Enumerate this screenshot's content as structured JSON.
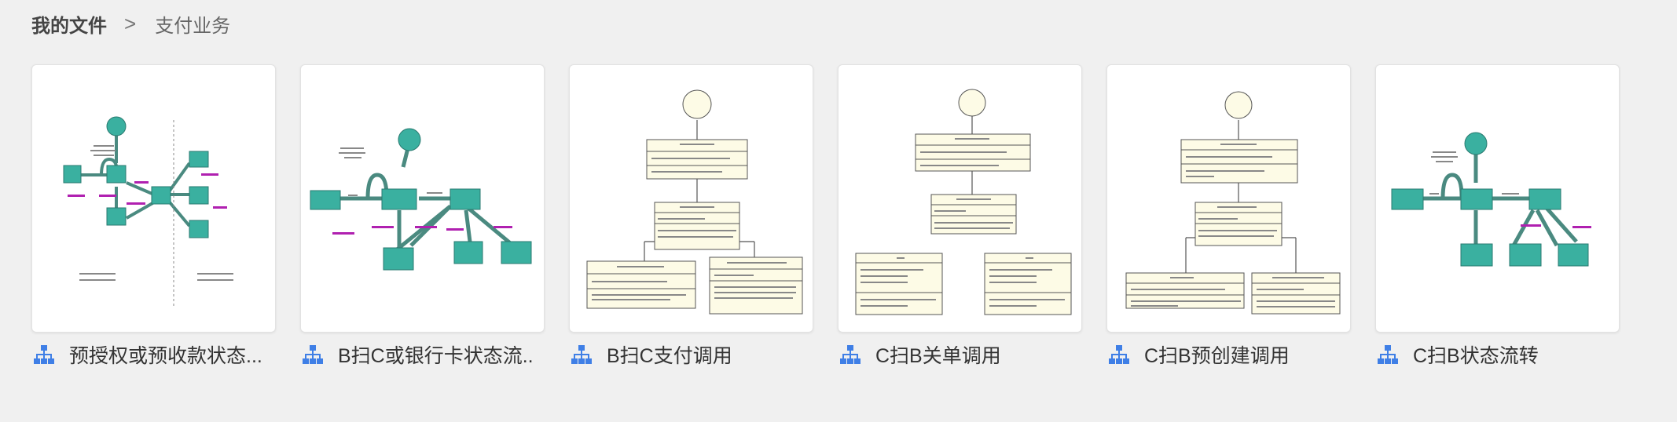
{
  "breadcrumb": {
    "root": "我的文件",
    "separator": ">",
    "current": "支付业务"
  },
  "files": [
    {
      "title": "预授权或预收款状态...",
      "icon": "flowchart-icon"
    },
    {
      "title": "B扫C或银行卡状态流..",
      "icon": "flowchart-icon"
    },
    {
      "title": "B扫C支付调用",
      "icon": "flowchart-icon"
    },
    {
      "title": "C扫B关单调用",
      "icon": "flowchart-icon"
    },
    {
      "title": "C扫B预创建调用",
      "icon": "flowchart-icon"
    },
    {
      "title": "C扫B状态流转",
      "icon": "flowchart-icon"
    }
  ],
  "colors": {
    "background": "#f0f0f0",
    "icon_blue": "#3f7fe6",
    "diagram_teal": "#3ab0a0",
    "diagram_arrow": "#4a8a80",
    "uml_fill": "#fdfbe6",
    "accent_magenta": "#b020b0"
  }
}
